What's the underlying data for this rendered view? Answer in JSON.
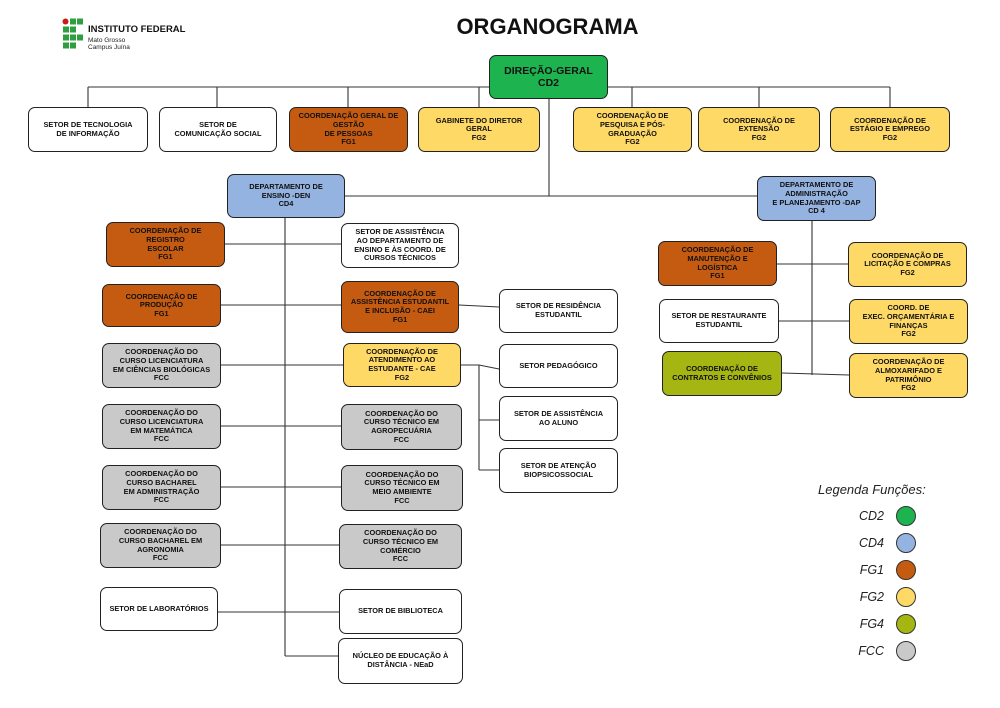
{
  "title": "ORGANOGRAMA",
  "logo": {
    "name": "INSTITUTO FEDERAL",
    "line1": "Mato Grosso",
    "line2": "Campus Juína"
  },
  "colors": {
    "CD2": "#1db34f",
    "CD4": "#95b3e0",
    "FG1": "#c55a11",
    "FG2": "#ffd966",
    "FG4": "#a5b612",
    "FCC": "#c9c9c9"
  },
  "boxes": {
    "direcao": "DIREÇÃO-GERAL\nCD2",
    "setor_ti": "SETOR DE TECNOLOGIA\nDE INFORMAÇÃO",
    "setor_com": "SETOR DE\nCOMUNICAÇÃO SOCIAL",
    "coord_gestao": "COORDENAÇÃO GERAL DE\nGESTÃO\nDE PESSOAS\nFG1",
    "gabinete": "GABINETE DO DIRETOR\nGERAL\nFG2",
    "coord_pesquisa": "COORDENAÇÃO DE\nPESQUISA E PÓS-\nGRADUAÇÃO\nFG2",
    "coord_extensao": "COORDENAÇÃO DE\nEXTENSÃO\nFG2",
    "coord_estagio": "COORDENAÇÃO DE\nESTÁGIO E EMPREGO\nFG2",
    "den": "DEPARTAMENTO DE\nENSINO -DEN\nCD4",
    "dap": "DEPARTAMENTO DE\nADMINISTRAÇÃO\nE PLANEJAMENTO -DAP\nCD 4",
    "coord_registro": "COORDENAÇÃO DE\nREGISTRO\nESCOLAR\nFG1",
    "coord_producao": "COORDENAÇÃO DE\nPRODUÇÃO\nFG1",
    "coord_bio": "COORDENAÇÃO DO\nCURSO LICENCIATURA\nEM CIÊNCIAS BIOLÓGICAS\nFCC",
    "coord_mat": "COORDENAÇÃO DO\nCURSO LICENCIATURA\nEM MATEMÁTICA\nFCC",
    "coord_adm": "COORDENAÇÃO DO\nCURSO BACHAREL\nEM ADMINISTRAÇÃO\nFCC",
    "coord_agro": "COORDENAÇÃO DO\nCURSO BACHAREL EM\nAGRONOMIA\nFCC",
    "setor_lab": "SETOR DE LABORATÓRIOS",
    "setor_assist_dep": "SETOR DE ASSISTÊNCIA\nAO DEPARTAMENTO DE\nENSINO E ÀS COORD. DE\nCURSOS TÉCNICOS",
    "coord_caei": "COORDENAÇÃO DE\nASSISTÊNCIA ESTUDANTIL\nE INCLUSÃO - CAEI\nFG1",
    "coord_cae": "COORDENAÇÃO DE\nATENDIMENTO AO\nESTUDANTE - CAE\nFG2",
    "coord_tec_agro": "COORDENAÇÃO DO\nCURSO TÉCNICO EM\nAGROPECUÁRIA\nFCC",
    "coord_tec_meio": "COORDENAÇÃO DO\nCURSO TÉCNICO EM\nMEIO AMBIENTE\nFCC",
    "coord_tec_com": "COORDENAÇÃO DO\nCURSO TÉCNICO EM\nCOMÉRCIO\nFCC",
    "setor_biblioteca": "SETOR DE BIBLIOTECA",
    "nucleo_ead": "NÚCLEO DE EDUCAÇÃO À\nDISTÂNCIA - NEaD",
    "setor_residencia": "SETOR DE RESIDÊNCIA\nESTUDANTIL",
    "setor_pedagogico": "SETOR PEDAGÓGICO",
    "setor_assist_aluno": "SETOR DE ASSISTÊNCIA\nAO ALUNO",
    "setor_biopsico": "SETOR DE ATENÇÃO\nBIOPSICOSSOCIAL",
    "coord_manut": "COORDENAÇÃO DE\nMANUTENÇÃO E\nLOGÍSTICA\nFG1",
    "setor_restaurante": "SETOR DE RESTAURANTE\nESTUDANTIL",
    "coord_contratos": "COORDENAÇÃO DE\nCONTRATOS E CONVÊNIOS",
    "coord_licitacao": "COORDENAÇÃO DE\nLICITAÇÃO E COMPRAS\nFG2",
    "coord_exec": "COORD. DE\nEXEC. ORÇAMENTÁRIA E\nFINANÇAS\nFG2",
    "coord_almox": "COORDENAÇÃO DE\nALMOXARIFADO E\nPATRIMÔNIO\nFG2"
  },
  "legend": {
    "title": "Legenda Funções:",
    "items": [
      {
        "label": "CD2",
        "color": "#1db34f"
      },
      {
        "label": "CD4",
        "color": "#95b3e0"
      },
      {
        "label": "FG1",
        "color": "#c55a11"
      },
      {
        "label": "FG2",
        "color": "#ffd966"
      },
      {
        "label": "FG4",
        "color": "#a5b612"
      },
      {
        "label": "FCC",
        "color": "#c9c9c9"
      }
    ]
  }
}
